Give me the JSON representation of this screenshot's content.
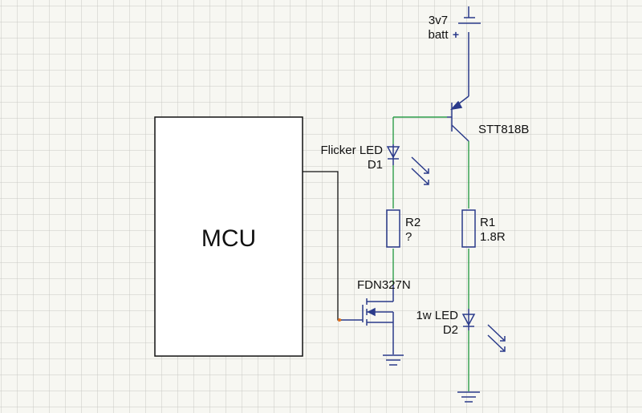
{
  "mcu": {
    "label": "MCU"
  },
  "battery": {
    "voltage": "3v7",
    "name": "batt",
    "polarity": "+"
  },
  "transistor": {
    "part": "STT818B"
  },
  "mosfet": {
    "part": "FDN327N"
  },
  "d1": {
    "label": "Flicker LED",
    "ref": "D1"
  },
  "r2": {
    "ref": "R2",
    "value": "?"
  },
  "r1": {
    "ref": "R1",
    "value": "1.8R"
  },
  "d2": {
    "label": "1w LED",
    "ref": "D2"
  },
  "colors": {
    "grid": "#c9c9c4",
    "component": "#2a3a8a",
    "wire": "#2e9e4a",
    "mcu_outline": "#111111",
    "pin_marker": "#e07020",
    "background": "#f7f7f2"
  }
}
